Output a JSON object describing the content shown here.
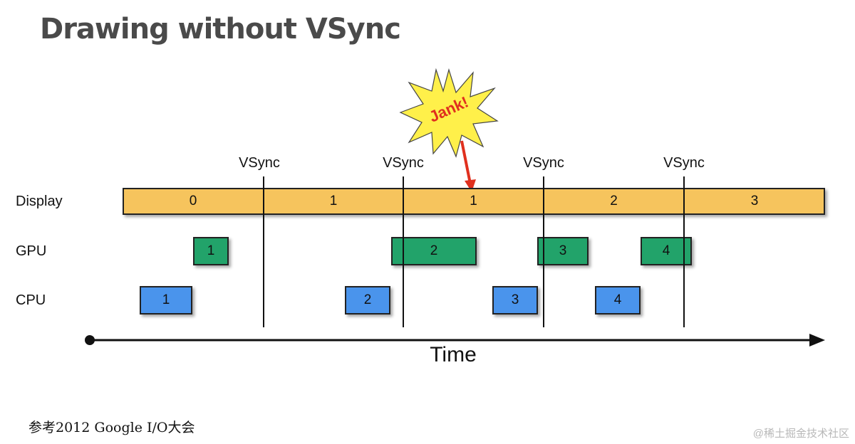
{
  "title": "Drawing without VSync",
  "rows": {
    "display": "Display",
    "gpu": "GPU",
    "cpu": "CPU"
  },
  "vsync": {
    "labels": [
      "VSync",
      "VSync",
      "VSync",
      "VSync"
    ]
  },
  "display_segments": [
    "0",
    "1",
    "1",
    "2",
    "3"
  ],
  "gpu_boxes": [
    "1",
    "2",
    "3",
    "4"
  ],
  "cpu_boxes": [
    "1",
    "2",
    "3",
    "4"
  ],
  "jank": {
    "text": "Jank!",
    "star_color": "#fff04a",
    "arrow_color": "#e0301e"
  },
  "time_label": "Time",
  "footer_note": "参考2012 Google I/O大会",
  "watermark": "@稀土掘金技术社区",
  "colors": {
    "display": "#f6c45d",
    "gpu": "#22a36a",
    "cpu": "#4a94ec"
  }
}
